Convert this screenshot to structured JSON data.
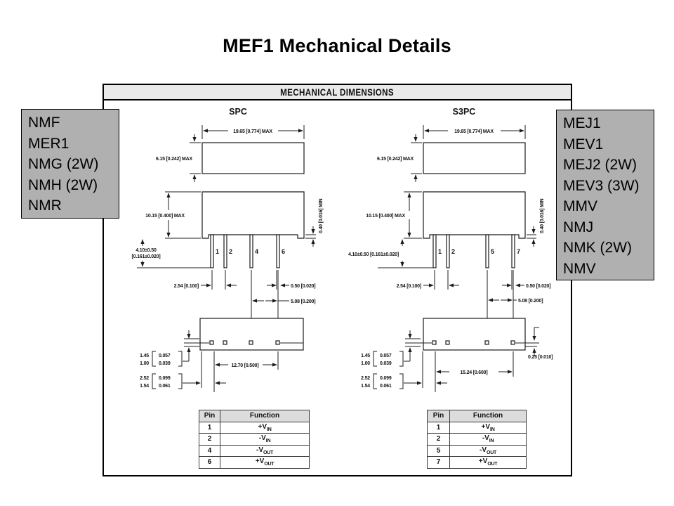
{
  "title": "MEF1 Mechanical Details",
  "panel": {
    "header": "MECHANICAL DIMENSIONS"
  },
  "left_box": {
    "items": [
      "NMF",
      "MER1",
      "NMG (2W)",
      "NMH (2W)",
      "NMR"
    ]
  },
  "right_box": {
    "items": [
      "MEJ1",
      "MEV1",
      "MEJ2 (2W)",
      "MEV3 (3W)",
      "MMV",
      "NMJ",
      "NMK (2W)",
      "NMV"
    ]
  },
  "colors": {
    "box_gray": "#b0b0b0",
    "header_gray": "#eaeaea",
    "line": "#1c1c1c"
  },
  "spc": {
    "name": "SPC",
    "dims": {
      "width": "19.65 [0.774] MAX",
      "body_height": "6.15 [0.242] MAX",
      "height": "10.15 [0.400] MAX",
      "pin_length_mm": "4.10±0.50",
      "pin_length_in": "[0.161±0.020]",
      "pitch": "2.54 [0.100]",
      "pin_width": "0.50 [0.020]",
      "pin_span2": "5.08 [0.200]",
      "standoff": "0.40 [0.016] MIN",
      "pad_row_span": "12.70 [0.500]",
      "pad_off_mm1": "1.45",
      "pad_off_mm2": "1.00",
      "pad_off_in1": "0.057",
      "pad_off_in2": "0.039",
      "pad_edge_mm1": "2.52",
      "pad_edge_mm2": "1.54",
      "pad_edge_in1": "0.099",
      "pad_edge_in2": "0.061"
    },
    "pins": [
      "1",
      "2",
      "4",
      "6"
    ],
    "table": {
      "col_pin": "Pin",
      "col_fn": "Function",
      "rows": [
        {
          "pin": "1",
          "fn": "+V",
          "sub": "IN"
        },
        {
          "pin": "2",
          "fn": "-V",
          "sub": "IN"
        },
        {
          "pin": "4",
          "fn": "-V",
          "sub": "OUT"
        },
        {
          "pin": "6",
          "fn": "+V",
          "sub": "OUT"
        }
      ]
    }
  },
  "s3pc": {
    "name": "S3PC",
    "dims": {
      "width": "19.65 [0.774] MAX",
      "body_height": "6.15 [0.242] MAX",
      "height": "10.15 [0.400] MAX",
      "pin_length": "4.10±0.50 [0.161±0.020]",
      "pitch": "2.54 [0.100]",
      "pin_width": "0.50 [0.020]",
      "pin_span2": "5.08 [0.200]",
      "standoff": "0.40 [0.016] MIN",
      "pad_row_span": "15.24 [0.600]",
      "pad_edge_right": "0.25 [0.010]",
      "pad_off_mm1": "1.45",
      "pad_off_mm2": "1.00",
      "pad_off_in1": "0.057",
      "pad_off_in2": "0.039",
      "pad_edge_mm1": "2.52",
      "pad_edge_mm2": "1.54",
      "pad_edge_in1": "0.099",
      "pad_edge_in2": "0.061"
    },
    "pins": [
      "1",
      "2",
      "5",
      "7"
    ],
    "table": {
      "col_pin": "Pin",
      "col_fn": "Function",
      "rows": [
        {
          "pin": "1",
          "fn": "+V",
          "sub": "IN"
        },
        {
          "pin": "2",
          "fn": "-V",
          "sub": "IN"
        },
        {
          "pin": "5",
          "fn": "-V",
          "sub": "OUT"
        },
        {
          "pin": "7",
          "fn": "+V",
          "sub": "OUT"
        }
      ]
    }
  }
}
